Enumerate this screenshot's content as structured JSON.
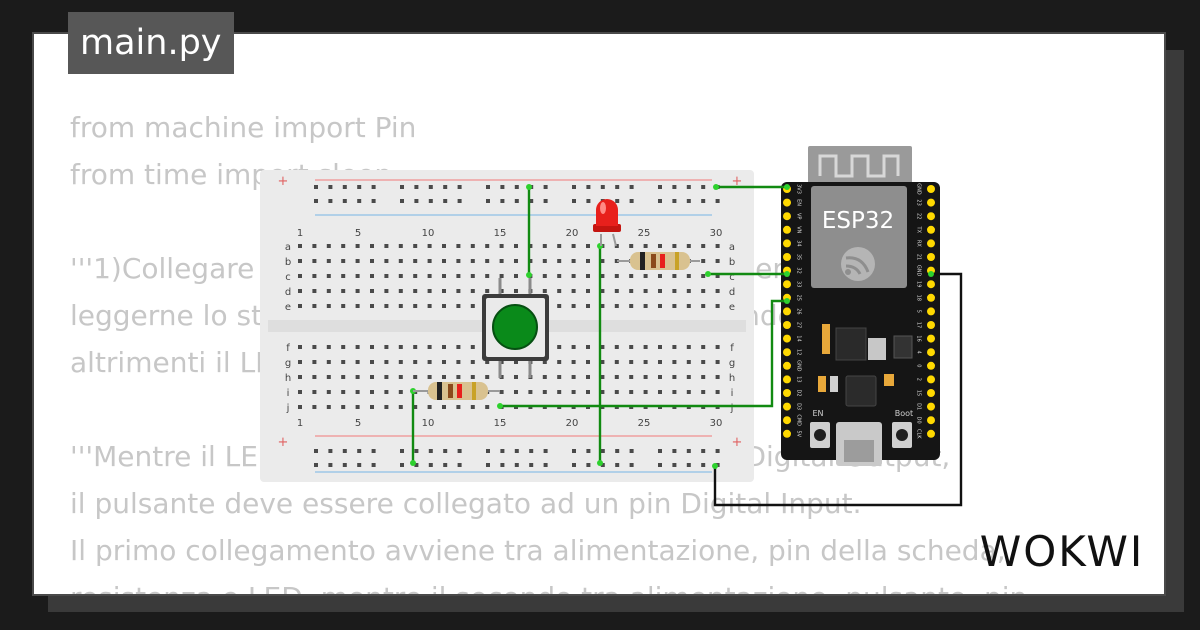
{
  "file": {
    "name": "main.py"
  },
  "code": {
    "lines": [
      "from machine import Pin",
      "from time import sleep",
      "",
      "'''1)Collegare un pulsante e scrivere il software per",
      "leggerne lo stato. Se il pulsante è premuto accende un LED,",
      "altrimenti il LED rimane spento.",
      "",
      "'''Mentre il LED deve essere collegato ad un pin Digital Output,",
      "il pulsante deve essere collegato ad un pin Digital Input.",
      "Il primo collegamento avviene tra alimentazione, pin della scheda,",
      "resistenza e LED, mentre il secondo tra alimentazione, pulsante, pin"
    ]
  },
  "breadboard": {
    "column_numbers": [
      "1",
      "5",
      "10",
      "15",
      "20",
      "25",
      "30"
    ],
    "row_letters_top": [
      "a",
      "b",
      "c",
      "d",
      "e"
    ],
    "row_letters_bottom": [
      "f",
      "g",
      "h",
      "i",
      "j"
    ],
    "rail_sign": "+"
  },
  "board": {
    "label": "ESP32",
    "button_en": "EN",
    "button_boot": "Boot",
    "pins_left": [
      "3V3",
      "EN",
      "VP",
      "VN",
      "34",
      "35",
      "32",
      "33",
      "25",
      "26",
      "27",
      "14",
      "12",
      "GND",
      "13",
      "D2",
      "D3",
      "CMD",
      "5V"
    ],
    "pins_right": [
      "GND",
      "23",
      "22",
      "TX",
      "RX",
      "21",
      "GND",
      "19",
      "18",
      "5",
      "17",
      "16",
      "4",
      "0",
      "2",
      "15",
      "D1",
      "D0",
      "CLK"
    ]
  },
  "brand": {
    "name": "WOKWI"
  },
  "colors": {
    "wire": "#118a11",
    "led": "#e8201c",
    "button_cap": "#0a8a1a",
    "board": "#151515",
    "pin": "#ffd900"
  }
}
